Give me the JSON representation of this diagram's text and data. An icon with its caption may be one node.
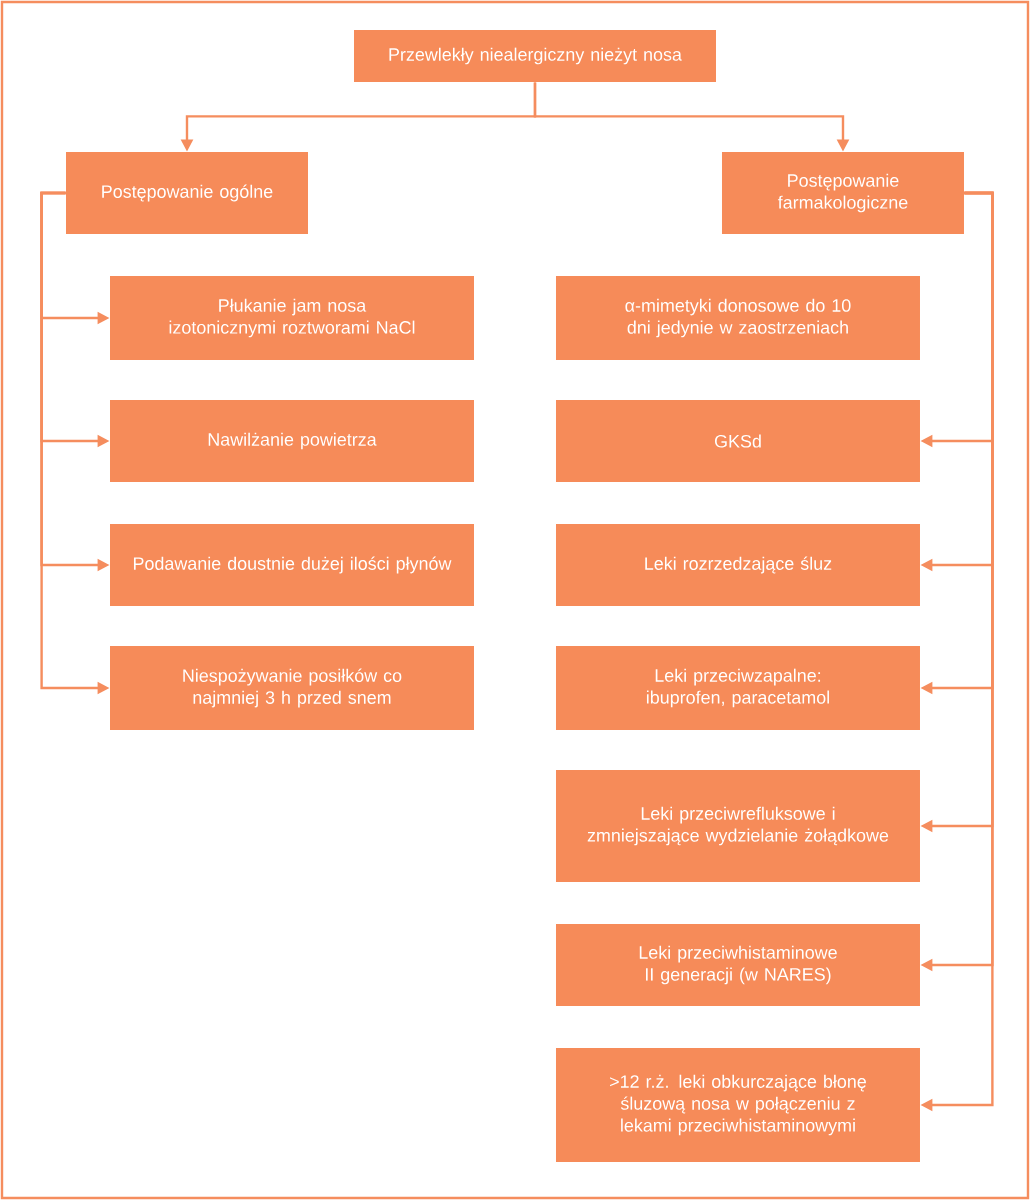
{
  "diagram": {
    "nodes": [
      {
        "text": [
          "Przewlekły niealergiczny nieżyt nosa"
        ]
      },
      {
        "text": [
          "Postępowanie ogólne"
        ]
      },
      {
        "text": [
          "Postępowanie farmakologiczne"
        ]
      },
      {
        "text": [
          "Płukanie jam nosa izotonicznymi roztworami NaCl"
        ]
      },
      {
        "text": [
          "Nawilżanie powietrza"
        ]
      },
      {
        "text": [
          "Podawanie doustnie dużej ilości płynów"
        ]
      },
      {
        "text": [
          "Niespożywanie posiłków co najmniej 3 h przed snem"
        ]
      },
      {
        "text": [
          "α-mimetyki donosowe do 10 dni jedynie w zaostrzeniach"
        ]
      },
      {
        "text": [
          "GKSd"
        ]
      },
      {
        "text": [
          "Leki rozrzedzające śluz"
        ]
      },
      {
        "text": [
          "Leki przeciwzapalne: ibuprofen, paracetamol"
        ]
      },
      {
        "text": [
          "Leki przeciwrefluksowe i zmniejszające wydzielanie żołądkowe"
        ]
      },
      {
        "text": [
          "Leki przeciwhistaminowe II generacji (w NARES)"
        ]
      },
      {
        "text": [
          ">12 r.ż. leki obkurczające błonę śluzową nosa w połączeniu z lekami przeciwhistaminowymi"
        ]
      }
    ],
    "edges": [
      {
        "from": 0,
        "to": 1,
        "arrow": "to"
      },
      {
        "from": 0,
        "to": 2,
        "arrow": "to"
      },
      {
        "from": 1,
        "to": 3,
        "arrow": "to"
      },
      {
        "from": 1,
        "to": 4,
        "arrow": "to"
      },
      {
        "from": 1,
        "to": 5,
        "arrow": "to"
      },
      {
        "from": 1,
        "to": 6,
        "arrow": "to"
      },
      {
        "from": 2,
        "to": 8,
        "arrow": "to"
      },
      {
        "from": 2,
        "to": 9,
        "arrow": "to"
      },
      {
        "from": 2,
        "to": 10,
        "arrow": "to"
      },
      {
        "from": 2,
        "to": 11,
        "arrow": "to"
      },
      {
        "from": 2,
        "to": 12,
        "arrow": "to"
      },
      {
        "from": 2,
        "to": 13,
        "arrow": "to"
      }
    ]
  }
}
